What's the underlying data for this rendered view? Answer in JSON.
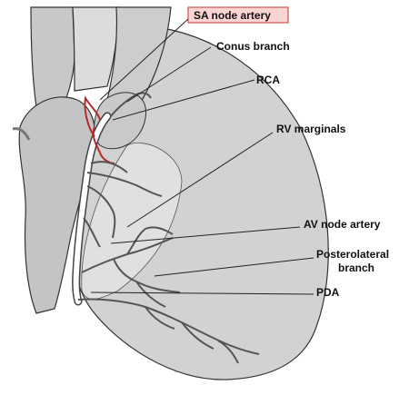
{
  "labels": {
    "sa_node_artery": "SA node artery",
    "conus_branch": "Conus branch",
    "rca": "RCA",
    "rv_marginals": "RV marginals",
    "av_node_artery": "AV node artery",
    "posterolateral_1": "Posterolateral",
    "posterolateral_2": "branch",
    "pda": "PDA"
  },
  "colors": {
    "highlight_label_fill": "#fbd4d4",
    "highlight_label_border": "#c0392b",
    "sa_artery": "#b52a2a",
    "heart_fill": "#cfcfcf",
    "vessel": "#555555",
    "leader": "#222222"
  }
}
